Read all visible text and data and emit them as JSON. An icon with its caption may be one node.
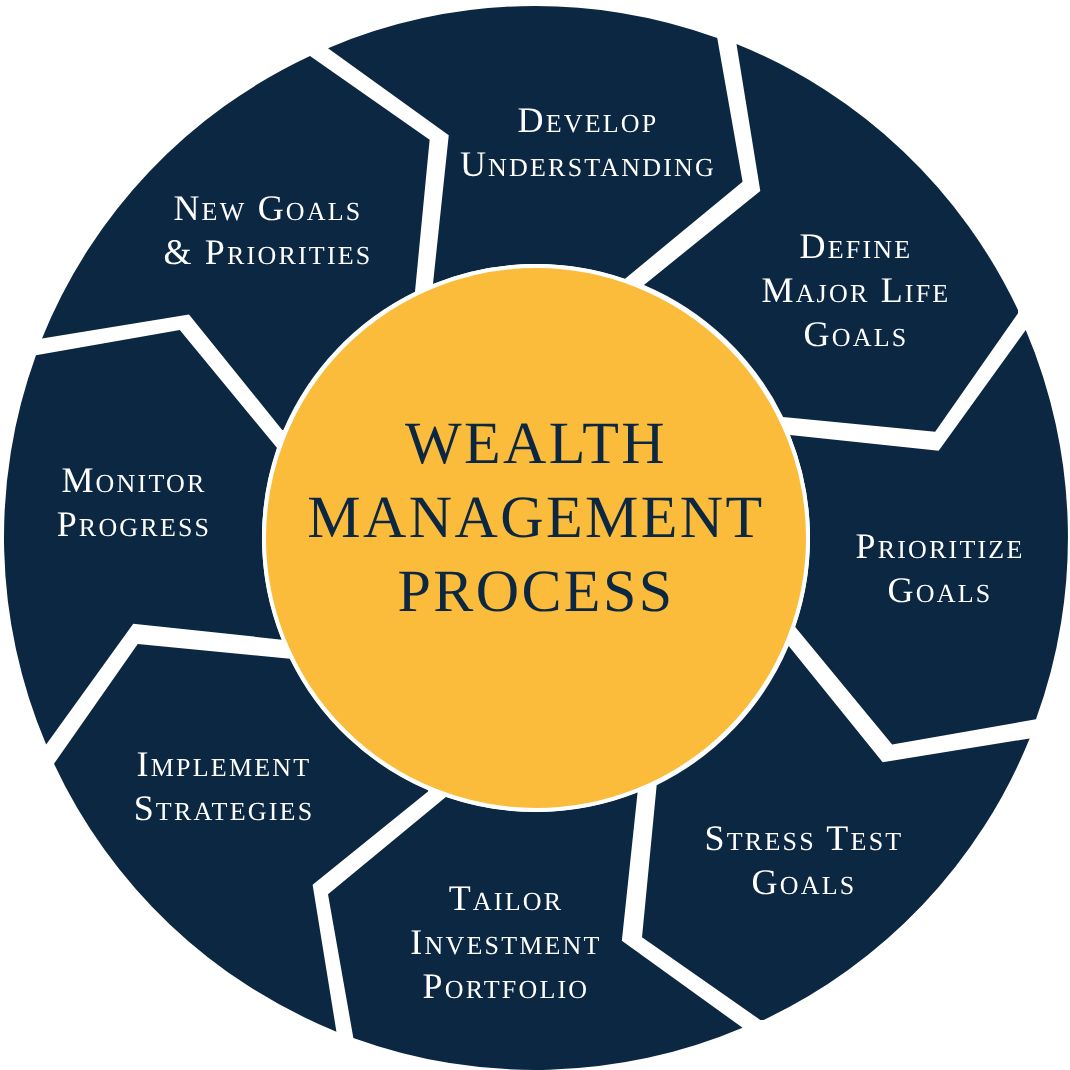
{
  "diagram": {
    "nodes": [
      {
        "text": [
          "WEALTH MANAGEMENT PROCESS"
        ]
      },
      {
        "text": [
          "Develop Understanding"
        ]
      },
      {
        "text": [
          "Define Major Life Goals"
        ]
      },
      {
        "text": [
          "Prioritize Goals"
        ]
      },
      {
        "text": [
          "Stress Test Goals"
        ]
      },
      {
        "text": [
          "Tailor Investment Portfolio"
        ]
      },
      {
        "text": [
          "Implement Strategies"
        ]
      },
      {
        "text": [
          "Monitor Progress"
        ]
      },
      {
        "text": [
          "New Goals & Priorities"
        ]
      }
    ]
  }
}
